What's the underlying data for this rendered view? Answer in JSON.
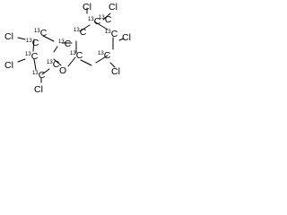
{
  "molecule": {
    "labels": {
      "c1": {
        "mass": "13",
        "symbol": "C"
      },
      "c2": {
        "mass": "13",
        "symbol": "C"
      },
      "c3": {
        "mass": "13",
        "symbol": "C"
      },
      "c4": {
        "mass": "13",
        "symbol": "C"
      },
      "c5": {
        "mass": "13",
        "symbol": "C"
      },
      "c6": {
        "mass": "13",
        "symbol": "C"
      },
      "c7": {
        "mass": "13",
        "symbol": "C"
      },
      "c8": {
        "mass": "13",
        "symbol": "C"
      },
      "c9": {
        "mass": "13",
        "symbol": "C"
      },
      "c10": {
        "mass": "13",
        "symbol": "C"
      },
      "c11": {
        "mass": "13",
        "symbol": "C"
      },
      "c12": {
        "mass": "13",
        "symbol": "C"
      },
      "o": {
        "symbol": "O"
      },
      "cl_top_left": {
        "symbol": "Cl"
      },
      "cl_top_right": {
        "symbol": "Cl"
      },
      "cl_right": {
        "symbol": "Cl"
      },
      "cl_bottom_right": {
        "symbol": "Cl"
      },
      "cl_left_upper": {
        "symbol": "Cl"
      },
      "cl_left_lower": {
        "symbol": "Cl"
      },
      "cl_bottom_left": {
        "symbol": "Cl"
      }
    }
  }
}
